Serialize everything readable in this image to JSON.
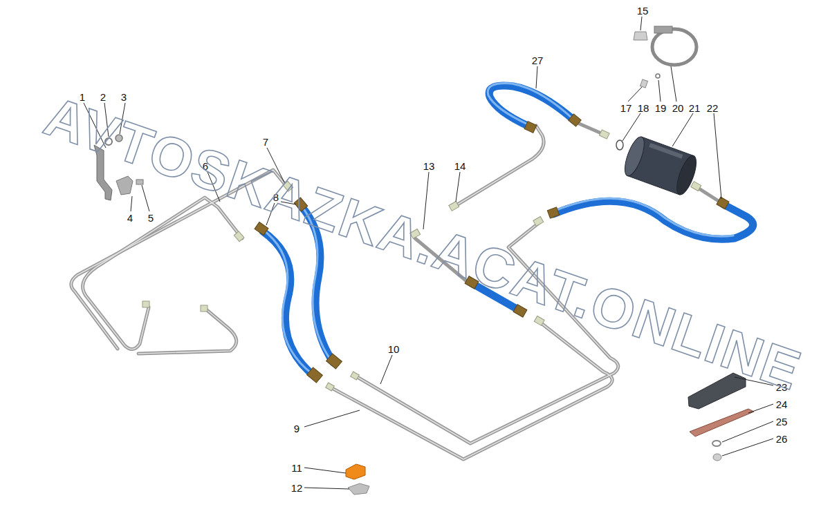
{
  "diagram": {
    "labels": [
      "1",
      "2",
      "3",
      "4",
      "5",
      "6",
      "7",
      "8",
      "9",
      "10",
      "11",
      "12",
      "13",
      "14",
      "15",
      "17",
      "18",
      "19",
      "20",
      "21",
      "22",
      "23",
      "24",
      "25",
      "26",
      "27",
      "AVTOSKAZKA.ACAT.ONLINE"
    ]
  }
}
